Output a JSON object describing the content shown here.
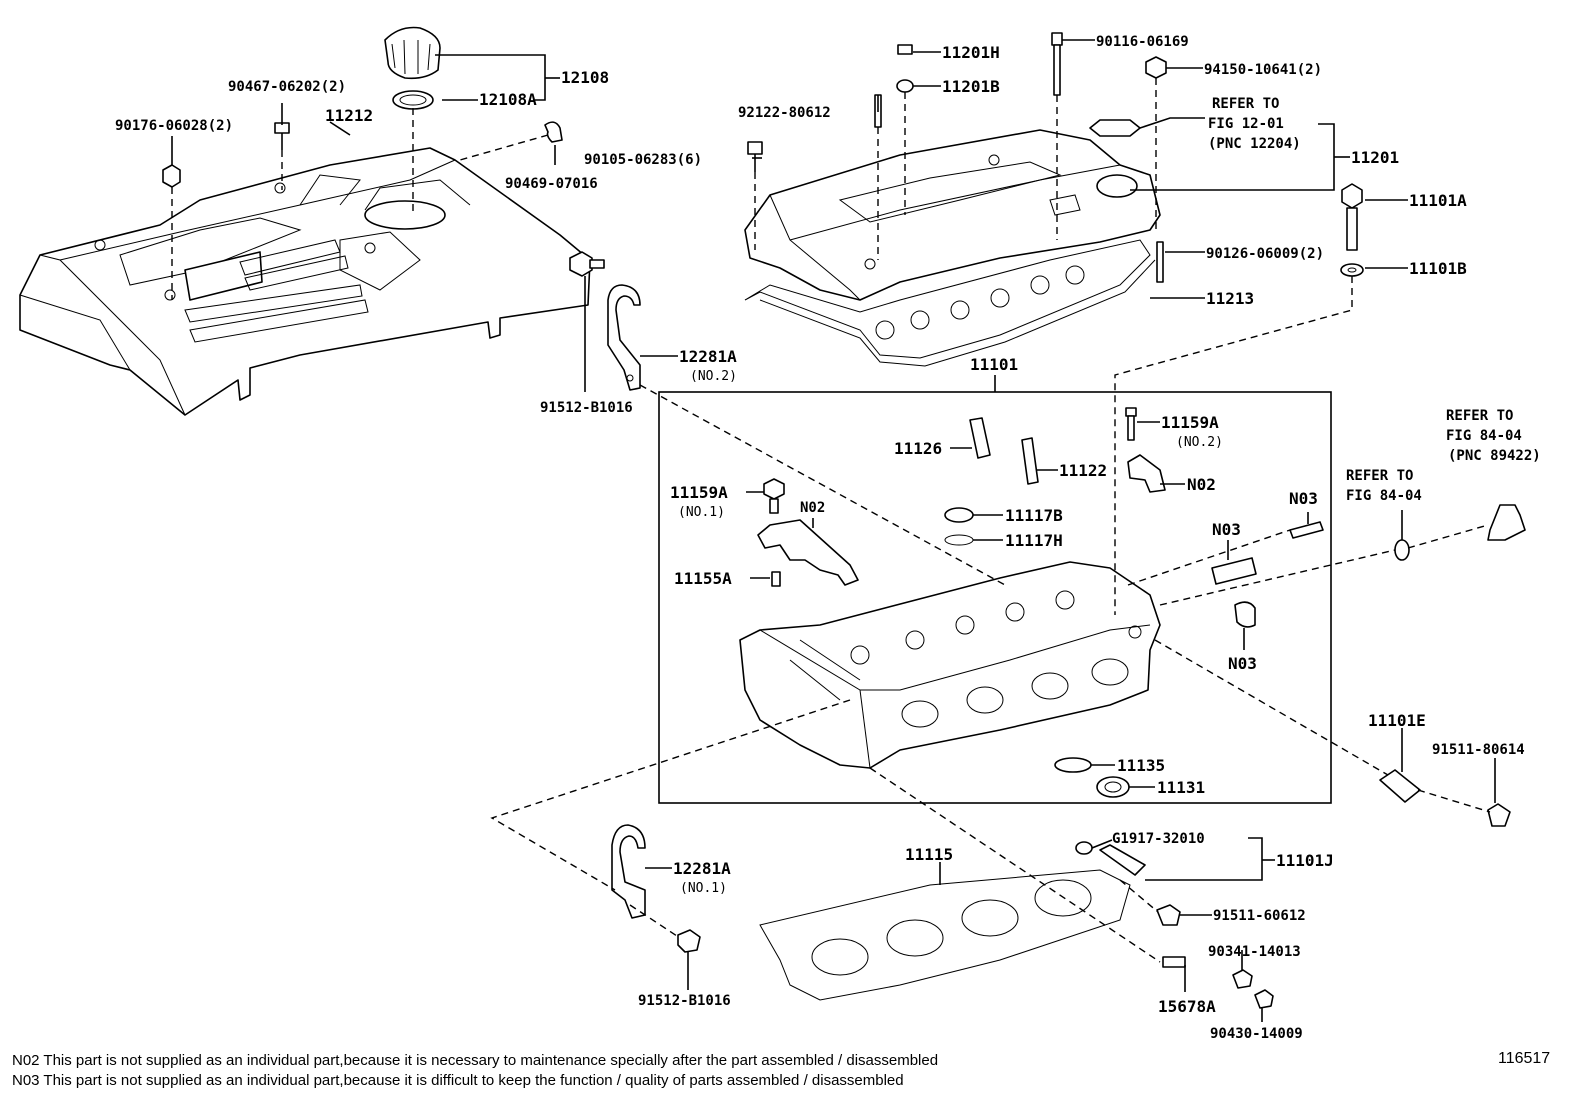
{
  "labels": {
    "p12108": "12108",
    "p12108A": "12108A",
    "p90467": "90467-06202(2)",
    "p11212": "11212",
    "p90176": "90176-06028(2)",
    "p90469": "90469-07016",
    "p12281A_top": "12281A",
    "no2_12281A": "(NO.2)",
    "p91512_top": "91512-B1016",
    "p11201H": "11201H",
    "p11201B": "11201B",
    "p90116": "90116-06169",
    "p94150": "94150-10641(2)",
    "p92122": "92122-80612",
    "p90105": "90105-06283(6)",
    "refer1_l1": "REFER TO",
    "refer1_l2": "FIG 12-01",
    "refer1_l3": "(PNC 12204)",
    "p11201": "11201",
    "p11101A": "11101A",
    "p90126": "90126-06009(2)",
    "p11101B": "11101B",
    "p11213": "11213",
    "p11101": "11101",
    "p11159A_r": "11159A",
    "no2_11159A": "(NO.2)",
    "p11126": "11126",
    "p11122": "11122",
    "n02_r": "N02",
    "p11159A_l": "11159A",
    "no1_11159A": "(NO.1)",
    "n02_l": "N02",
    "p11117B": "11117B",
    "p11117H": "11117H",
    "n03_a": "N03",
    "n03_b": "N03",
    "n03_c": "N03",
    "p11155A": "11155A",
    "refer2_l1": "REFER TO",
    "refer2_l2": "FIG 84-04",
    "refer3_l1": "REFER TO",
    "refer3_l2": "FIG 84-04",
    "refer3_l3": "(PNC 89422)",
    "p11135": "11135",
    "p11131": "11131",
    "p11101E": "11101E",
    "p91511_80614": "91511-80614",
    "p11115": "11115",
    "p12281A_bot": "12281A",
    "no1_12281A": "(NO.1)",
    "pG1917": "G1917-32010",
    "p11101J": "11101J",
    "p91511_60612": "91511-60612",
    "p90341": "90341-14013",
    "p15678A": "15678A",
    "p90430": "90430-14009",
    "p91512_bot": "91512-B1016"
  },
  "notes": {
    "n02": "N02 This part is not supplied as an individual part,because it is necessary to maintenance specially after the part assembled / disassembled",
    "n03": "N03 This part is not supplied as an individual part,because it is difficult to keep the function / quality of parts assembled / disassembled"
  },
  "figure_number": "116517"
}
